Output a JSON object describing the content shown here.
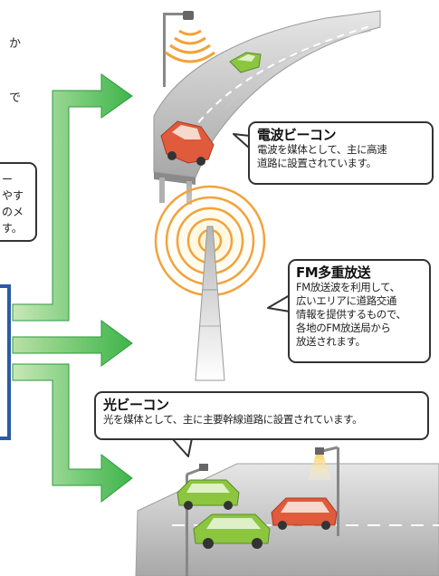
{
  "left_fragments": {
    "line1": "か",
    "line2": "で",
    "box_line1": "ー",
    "box_line2": "やす",
    "box_line3": "のメ",
    "box_line4": "す。"
  },
  "radio_beacon": {
    "title": "電波ビーコン",
    "body": [
      "電波を媒体として、主に高速",
      "道路に設置されています。"
    ]
  },
  "fm_multiplex": {
    "title": "FM多重放送",
    "body": [
      "FM放送波を利用して、",
      "広いエリアに道路交通",
      "情報を提供するもので、",
      "各地のFM放送局から",
      "放送されます。"
    ]
  },
  "light_beacon": {
    "title": "光ビーコン",
    "body": [
      "光を媒体として、主に主要幹線道路に設置されています。"
    ]
  },
  "colors": {
    "arrow_green": "#3db54a",
    "arrow_light": "#c9e8b8",
    "side_box_blue": "#2b5aa6",
    "car_red": "#e05a3c",
    "car_green": "#8cc63f",
    "wave_orange": "#f2a33a"
  }
}
